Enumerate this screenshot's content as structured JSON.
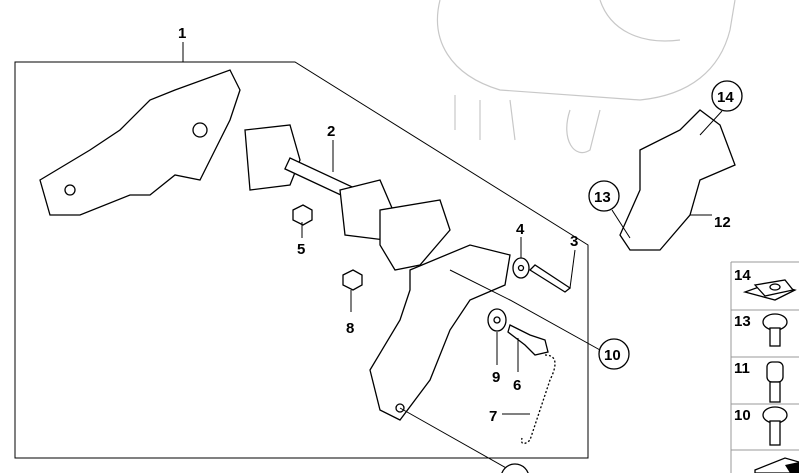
{
  "diagram": {
    "callouts": {
      "c1": "1",
      "c2": "2",
      "c3": "3",
      "c4": "4",
      "c5": "5",
      "c6": "6",
      "c7": "7",
      "c8": "8",
      "c9": "9",
      "c10": "10",
      "c12": "12",
      "c13": "13",
      "c14": "14"
    },
    "legend": [
      {
        "label": "14",
        "icon": "clip-nut-icon"
      },
      {
        "label": "13",
        "icon": "pan-head-screw-icon"
      },
      {
        "label": "11",
        "icon": "torx-cap-screw-icon"
      },
      {
        "label": "10",
        "icon": "torx-pan-screw-icon"
      },
      {
        "label": "",
        "icon": "pad-icon"
      }
    ]
  }
}
